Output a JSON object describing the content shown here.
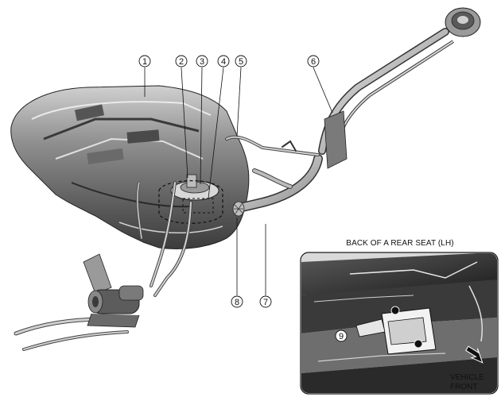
{
  "callouts": {
    "c1": "1",
    "c2": "2",
    "c3": "3",
    "c4": "4",
    "c5": "5",
    "c6": "6",
    "c7": "7",
    "c8": "8",
    "c9": "9"
  },
  "inset": {
    "title": "BACK OF A REAR SEAT (LH)",
    "vehicle_front_line1": "VEHICLE",
    "vehicle_front_line2": "FRONT"
  },
  "colors": {
    "tank_dark": "#4a4a4a",
    "tank_mid": "#8c8c8c",
    "tank_light": "#c8c8c8",
    "pipe": "#b5b5b5",
    "line": "#222222",
    "inset_dark": "#262626"
  }
}
